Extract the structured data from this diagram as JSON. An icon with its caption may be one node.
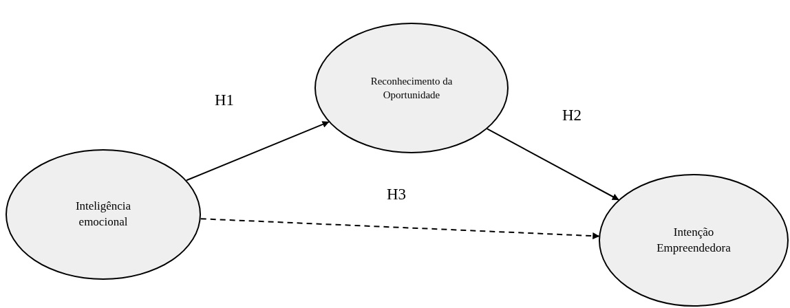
{
  "diagram": {
    "nodes": [
      {
        "text": [
          "Inteligência emocional"
        ]
      },
      {
        "text": [
          "Reconhecimento da Oportunidade"
        ]
      },
      {
        "text": [
          "Intenção Empreendedora"
        ]
      }
    ],
    "edges": [
      {
        "from": 0,
        "to": 1,
        "arrow": "to",
        "label": "H1"
      },
      {
        "from": 1,
        "to": 2,
        "arrow": "to",
        "label": "H2"
      },
      {
        "from": 0,
        "to": 2,
        "arrow": "to",
        "label": "H3",
        "style": "dashed"
      }
    ]
  }
}
